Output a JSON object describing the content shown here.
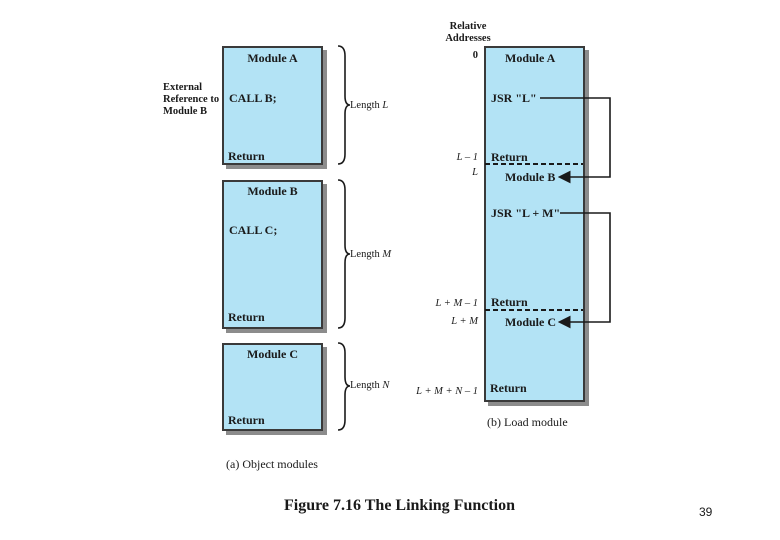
{
  "object_modules": {
    "module_a": {
      "title": "Module A",
      "call": "CALL B;",
      "ret": "Return",
      "length_prefix": "Length ",
      "length_var": "L"
    },
    "module_b": {
      "title": "Module B",
      "call": "CALL C;",
      "ret": "Return",
      "length_prefix": "Length ",
      "length_var": "M"
    },
    "module_c": {
      "title": "Module C",
      "ret": "Return",
      "length_prefix": "Length ",
      "length_var": "N"
    },
    "external_ref": [
      "External",
      "Reference to",
      "Module B"
    ],
    "caption": "(a) Object modules"
  },
  "load_module": {
    "header": [
      "Relative",
      "Addresses"
    ],
    "addresses": {
      "zero": "0",
      "l_minus_1": "L – 1",
      "l": "L",
      "lm_minus_1": "L + M – 1",
      "lm": "L + M",
      "lmn_minus_1": "L + M + N – 1"
    },
    "items": {
      "module_a": "Module A",
      "jsr_l": "JSR \"L\"",
      "return_a": "Return",
      "module_b": "Module B",
      "jsr_lm": "JSR \"L + M\"",
      "return_b": "Return",
      "module_c": "Module C",
      "return_c": "Return"
    },
    "caption": "(b) Load module"
  },
  "figure_caption": "Figure 7.16  The Linking Function",
  "page_number": "39"
}
